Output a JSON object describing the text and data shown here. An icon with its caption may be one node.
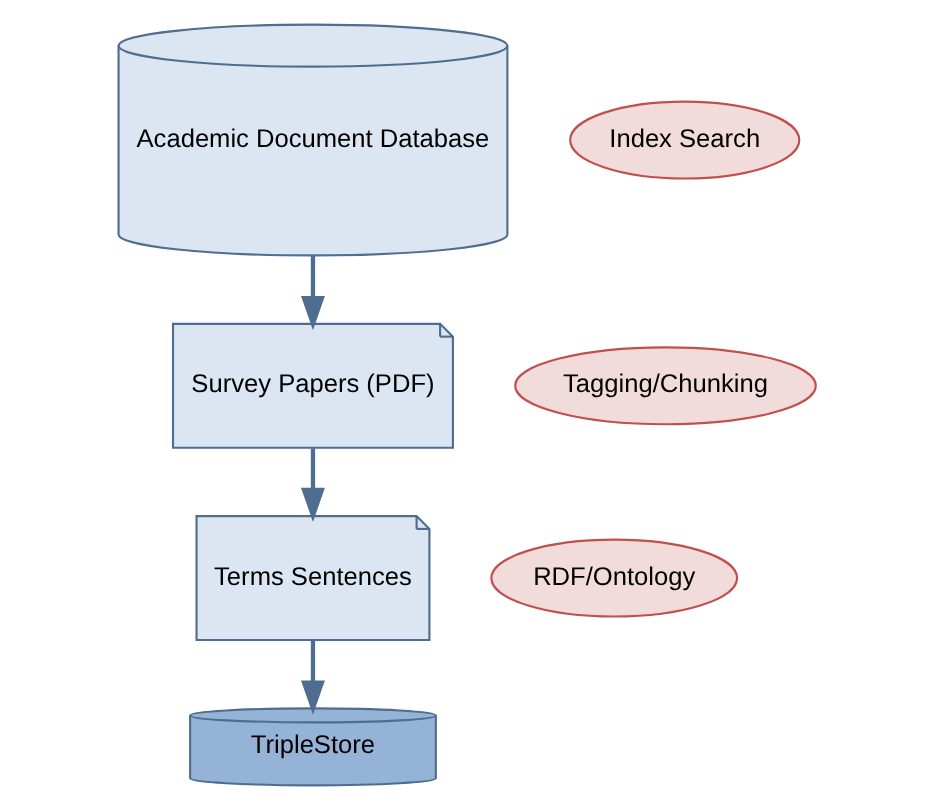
{
  "diagram": {
    "nodes": [
      {
        "text": [
          "Academic Document Database"
        ]
      },
      {
        "text": [
          "Index Search"
        ]
      },
      {
        "text": [
          "Survey Papers (PDF)"
        ]
      },
      {
        "text": [
          "Tagging/Chunking"
        ]
      },
      {
        "text": [
          "Terms Sentences"
        ]
      },
      {
        "text": [
          "RDF/Ontology"
        ]
      },
      {
        "text": [
          "TripleStore"
        ]
      }
    ],
    "edges": [
      {
        "from": 0,
        "to": 2,
        "arrow": "to"
      },
      {
        "from": 2,
        "to": 4,
        "arrow": "to"
      },
      {
        "from": 4,
        "to": 6,
        "arrow": "to"
      }
    ]
  }
}
